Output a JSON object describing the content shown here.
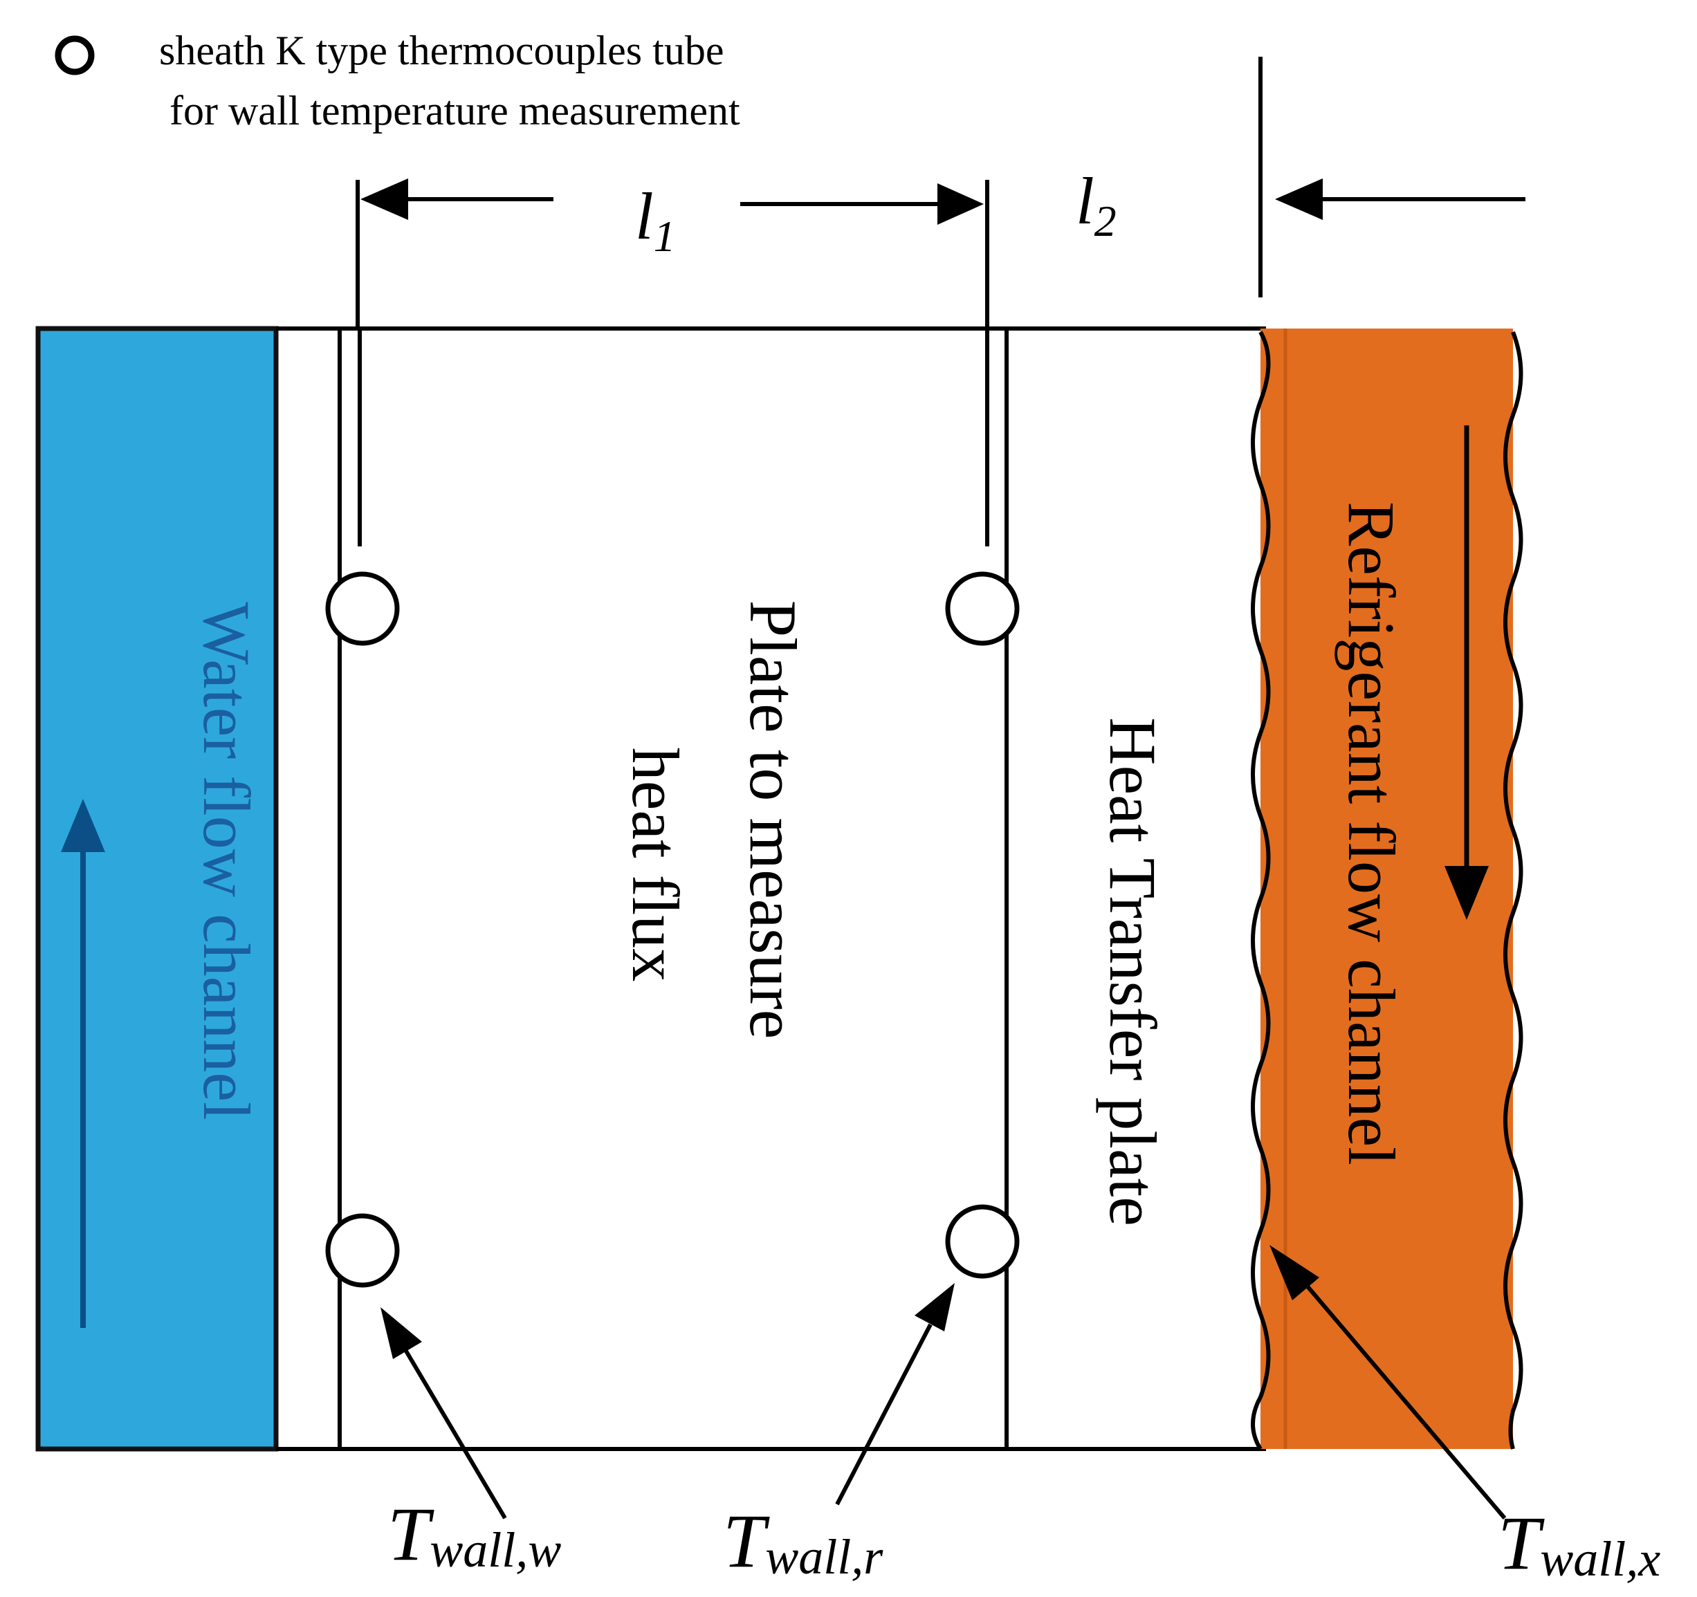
{
  "legend": {
    "symbol_icon": "circle-outline-icon",
    "line1": "sheath K type thermocouples tube",
    "line2": "for wall temperature measurement"
  },
  "dimensions": {
    "l1": {
      "base": "l",
      "sub": "1"
    },
    "l2": {
      "base": "l",
      "sub": "2"
    }
  },
  "regions": {
    "water_channel": "Water flow channel",
    "measure_plate_line1": "Plate to measure",
    "measure_plate_line2": "heat flux",
    "transfer_plate": "Heat Transfer plate",
    "refrigerant_channel": "Refrigerant flow  channel"
  },
  "temperatures": {
    "wall_w": {
      "base": "T",
      "sub": "wall,w"
    },
    "wall_r": {
      "base": "T",
      "sub": "wall,r"
    },
    "wall_x": {
      "base": "T",
      "sub": "wall,x"
    }
  },
  "colors": {
    "water": "#2ea8dc",
    "water_arrow": "#0b4f86",
    "water_text": "#1a5fa0",
    "refrigerant": "#e36d1e",
    "line": "#000000"
  }
}
